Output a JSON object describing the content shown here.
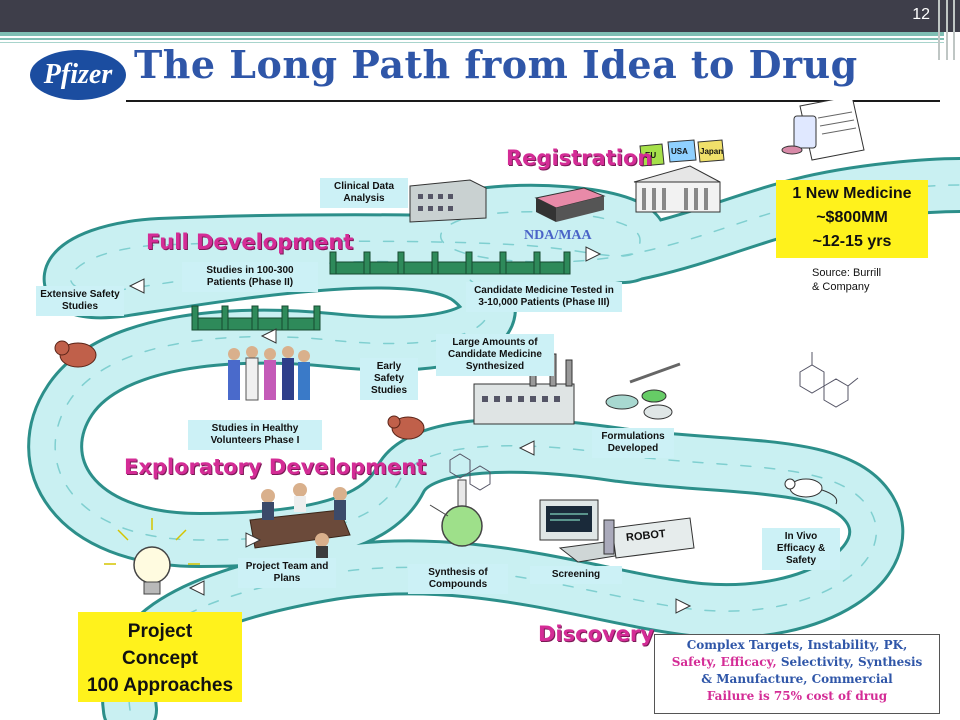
{
  "slide": {
    "page_number": "12",
    "logo_text": "Pfizer",
    "title": "The Long Path from Idea to Drug"
  },
  "phases": {
    "registration": "Registration",
    "full_development": "Full Development",
    "exploratory_development": "Exploratory Development",
    "discovery": "Discovery"
  },
  "labels": {
    "clinical_data_analysis": "Clinical Data Analysis",
    "studies_phase2": "Studies in 100-300 Patients (Phase II)",
    "extensive_safety": "Extensive Safety Studies",
    "candidate_phase3": "Candidate Medicine Tested in 3-10,000 Patients (Phase III)",
    "large_amounts": "Large Amounts of Candidate Medicine Synthesized",
    "early_safety": "Early Safety Studies",
    "healthy_volunteers": "Studies in Healthy Volunteers Phase I",
    "formulations": "Formulations Developed",
    "in_vivo": "In Vivo Efficacy & Safety",
    "project_team": "Project Team and Plans",
    "synthesis": "Synthesis of Compounds",
    "screening": "Screening",
    "nda_maa": "NDA/MAA",
    "robot": "ROBOT"
  },
  "flags": [
    "EU",
    "USA",
    "Japan"
  ],
  "result_box": {
    "line1": "1 New Medicine",
    "line2": "~$800MM",
    "line3": "~12-15 yrs"
  },
  "source": {
    "line1": "Source: Burrill",
    "line2": "& Company"
  },
  "concept_box": {
    "line1": "Project",
    "line2": "Concept",
    "line3": "100 Approaches"
  },
  "info_box": {
    "line1": "Complex Targets, Instability, PK,",
    "safety": "Safety,",
    "efficacy": "Efficacy,",
    "line2_rest": "Selectivity, Synthesis",
    "line3": "& Manufacture, Commercial",
    "line4": "Failure is 75% cost of drug"
  },
  "colors": {
    "road": "#c9f0f2",
    "road_edge": "#2c8f8a",
    "phase_text": "#d42c96",
    "title_text": "#2f56a8",
    "highlight_box": "#fff21c"
  }
}
